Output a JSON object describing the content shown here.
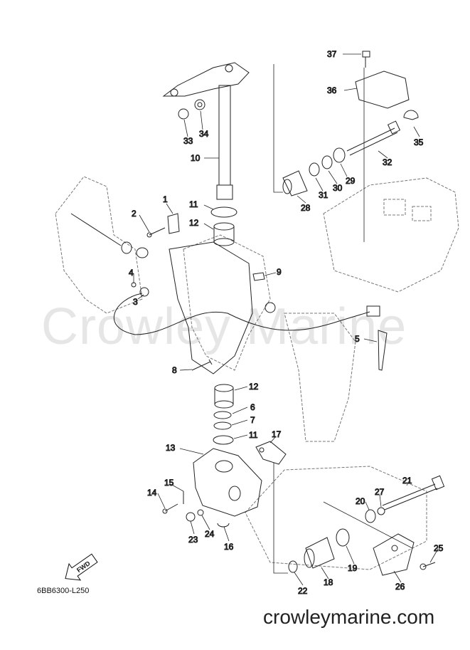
{
  "watermark": "Crowley Marine",
  "diagram_code": "6BB6300-L250",
  "site_url": "crowleymarine.com",
  "fwd_label": "FWD",
  "callouts": [
    {
      "label": "37",
      "name": "callout-37"
    },
    {
      "label": "36",
      "name": "callout-36"
    },
    {
      "label": "35",
      "name": "callout-35"
    },
    {
      "label": "32",
      "name": "callout-32"
    },
    {
      "label": "34",
      "name": "callout-34"
    },
    {
      "label": "33",
      "name": "callout-33"
    },
    {
      "label": "10",
      "name": "callout-10"
    },
    {
      "label": "29",
      "name": "callout-29"
    },
    {
      "label": "30",
      "name": "callout-30"
    },
    {
      "label": "31",
      "name": "callout-31"
    },
    {
      "label": "28",
      "name": "callout-28"
    },
    {
      "label": "11",
      "name": "callout-11-upper"
    },
    {
      "label": "1",
      "name": "callout-1"
    },
    {
      "label": "2",
      "name": "callout-2"
    },
    {
      "label": "12",
      "name": "callout-12-upper"
    },
    {
      "label": "9",
      "name": "callout-9"
    },
    {
      "label": "4",
      "name": "callout-4"
    },
    {
      "label": "3",
      "name": "callout-3"
    },
    {
      "label": "5",
      "name": "callout-5"
    },
    {
      "label": "8",
      "name": "callout-8"
    },
    {
      "label": "12",
      "name": "callout-12-lower"
    },
    {
      "label": "6",
      "name": "callout-6"
    },
    {
      "label": "7",
      "name": "callout-7"
    },
    {
      "label": "11",
      "name": "callout-11-lower"
    },
    {
      "label": "17",
      "name": "callout-17"
    },
    {
      "label": "13",
      "name": "callout-13"
    },
    {
      "label": "21",
      "name": "callout-21"
    },
    {
      "label": "15",
      "name": "callout-15"
    },
    {
      "label": "14",
      "name": "callout-14"
    },
    {
      "label": "27",
      "name": "callout-27"
    },
    {
      "label": "20",
      "name": "callout-20"
    },
    {
      "label": "24",
      "name": "callout-24"
    },
    {
      "label": "23",
      "name": "callout-23"
    },
    {
      "label": "16",
      "name": "callout-16"
    },
    {
      "label": "25",
      "name": "callout-25"
    },
    {
      "label": "19",
      "name": "callout-19"
    },
    {
      "label": "18",
      "name": "callout-18"
    },
    {
      "label": "22",
      "name": "callout-22"
    },
    {
      "label": "26",
      "name": "callout-26"
    }
  ]
}
